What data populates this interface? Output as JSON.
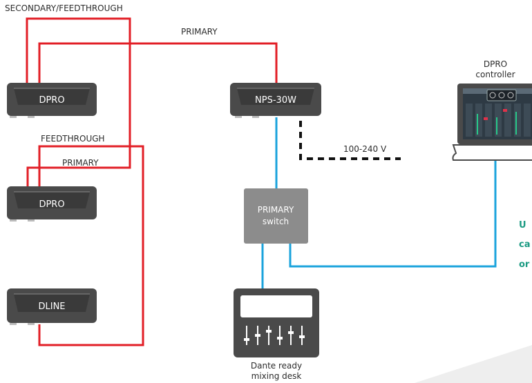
{
  "labels": {
    "secondary_feedthrough": "SECONDARY/FEEDTHROUGH",
    "primary_top": "PRIMARY",
    "feedthrough": "FEEDTHROUGH",
    "primary_mid": "PRIMARY",
    "voltage": "100-240 V",
    "controller_line1": "DPRO",
    "controller_line2": "controller",
    "desk_line1": "Dante ready",
    "desk_line2": "mixing desk"
  },
  "devices": {
    "dpro_1": "DPRO",
    "dpro_2": "DPRO",
    "dline": "DLINE",
    "nps": "NPS-30W"
  },
  "switch": {
    "line1": "PRIMARY",
    "line2": "switch"
  },
  "cropped_text": [
    "U",
    "ca",
    "or"
  ],
  "colors": {
    "primary_cable": "#e21e26",
    "network_cable": "#1aa3dc",
    "power_cable": "#111111",
    "device_body": "#4a4a4a",
    "switch_body": "#8c8c8c",
    "accent_text": "#1a9a82"
  }
}
